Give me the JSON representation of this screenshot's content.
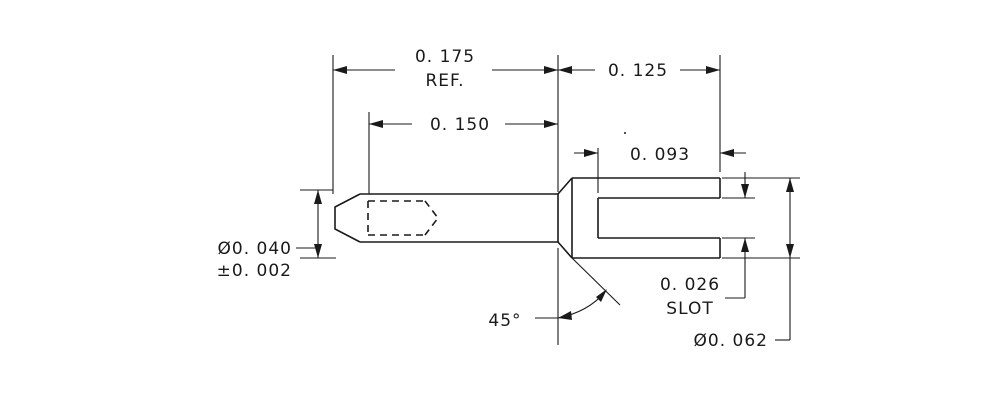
{
  "dimensions": {
    "overall_length_value": "0. 175",
    "overall_length_note": "REF.",
    "body_length": "0. 150",
    "tail_length": "0. 125",
    "slot_depth": "0. 093",
    "tip_diameter": "Ø0. 040",
    "tip_tolerance": "±0. 002",
    "chamfer_angle": "45°",
    "slot_width": "0. 026",
    "slot_label": "SLOT",
    "tail_diameter": "Ø0. 062"
  },
  "colors": {
    "ink": "#1a1a1a",
    "background": "#ffffff"
  }
}
